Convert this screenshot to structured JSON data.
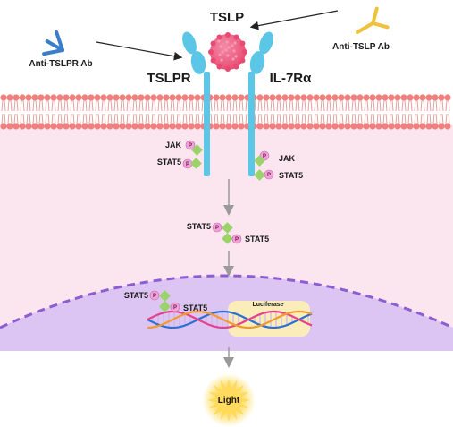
{
  "labels": {
    "tslp": "TSLP",
    "anti_tslpr_ab": "Anti-TSLPR Ab",
    "anti_tslp_ab": "Anti-TSLP Ab",
    "tslpr": "TSLPR",
    "il7ra": "IL-7Rα",
    "jak_left": "JAK",
    "stat5_left": "STAT5",
    "jak_right": "JAK",
    "stat5_right": "STAT5",
    "stat5_mid_a": "STAT5",
    "stat5_mid_b": "STAT5",
    "stat5_nuc_a": "STAT5",
    "stat5_nuc_b": "STAT5",
    "luciferase": "Luciferase",
    "light": "Light",
    "phospho": "P"
  },
  "icons": {
    "anti_tslpr_ab": "antibody-y-icon",
    "anti_tslp_ab": "antibody-y-icon",
    "tslp": "cytokine-sphere-icon",
    "light": "light-burst-icon"
  },
  "colors": {
    "membrane_head": "#f08080",
    "cytoplasm": "#fbe6f0",
    "nucleus": "#dcc5f2",
    "receptor": "#5cc6e6",
    "tslp": "#ef5f84",
    "anti_tslpr_ab": "#3a7ec9",
    "anti_tslp_ab": "#f0c23a",
    "stat5": "#9bd36a",
    "phospho": "#f2a2d8",
    "arrow": "#999999",
    "light": "#f7c64a"
  }
}
